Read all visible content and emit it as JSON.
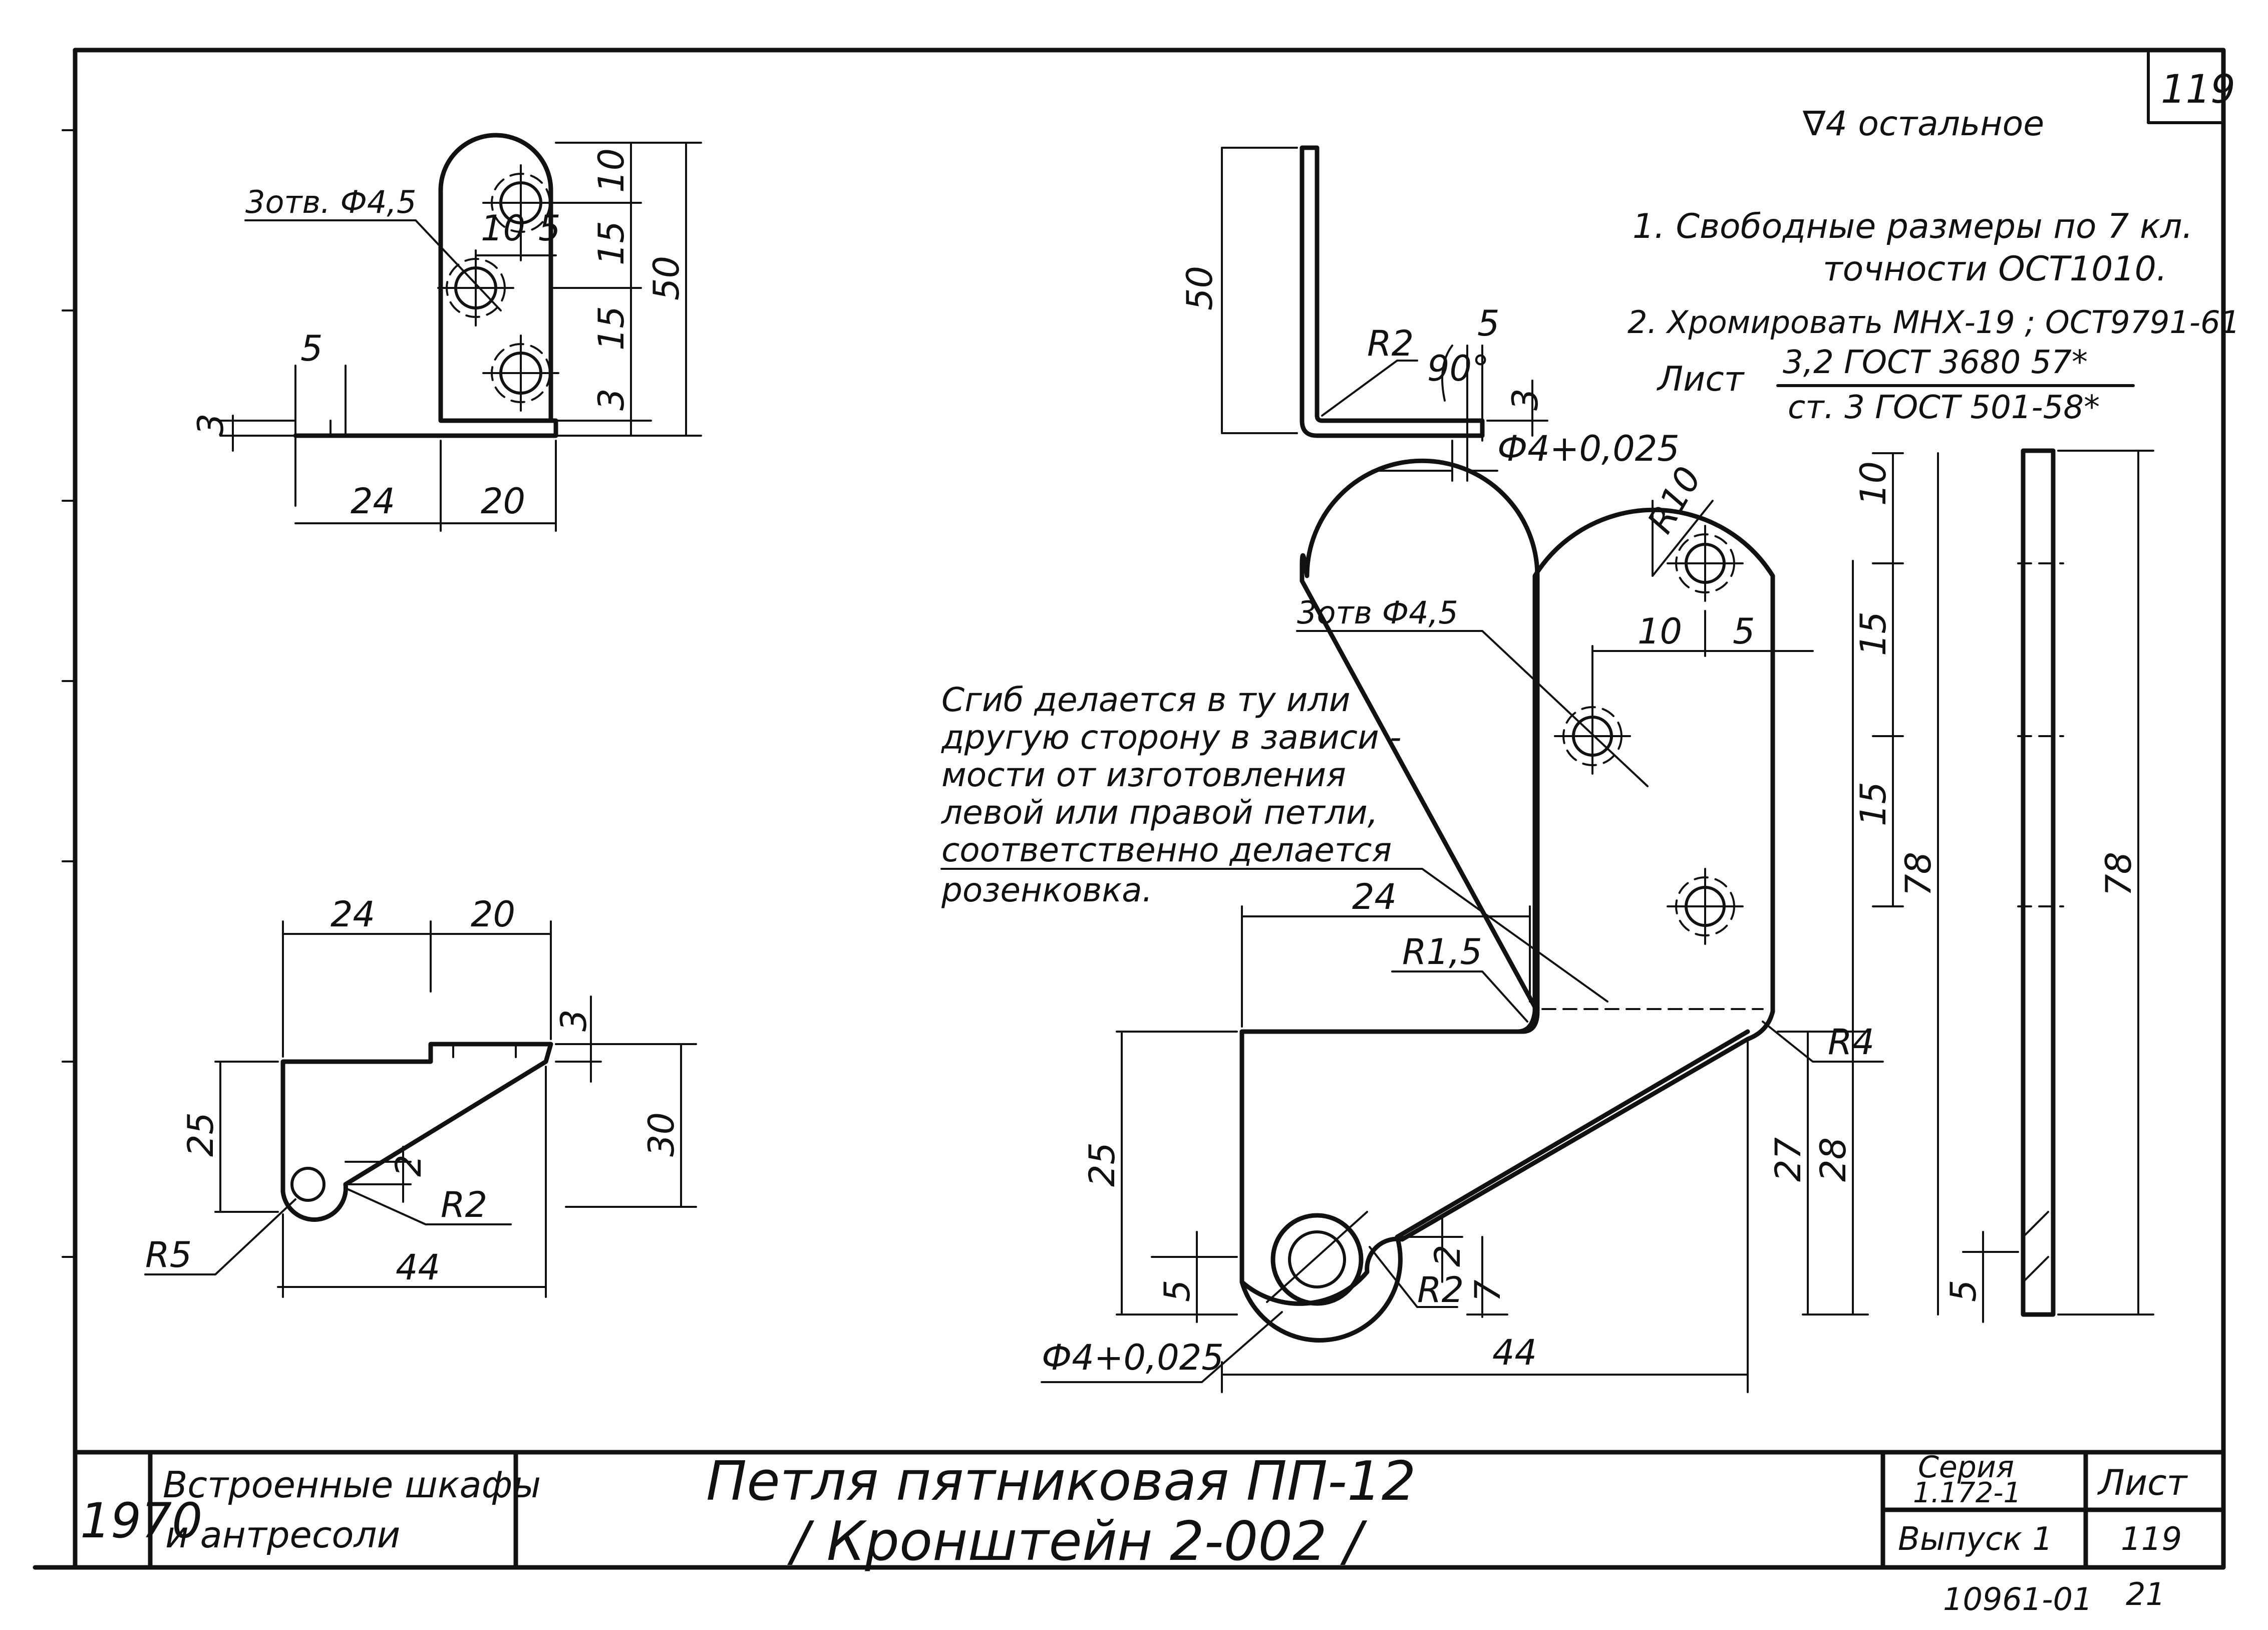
{
  "sheet": {
    "page_number_top": "119",
    "surface_note": "∇4 остальное",
    "notes": [
      "1. Свободные размеры по 7 кл.",
      "точности ОСТ1010.",
      "2. Хромировать МНХ-19 ; ОСТ9791-61"
    ],
    "material": {
      "label": "Лист",
      "numerator": "3,2 ГОСТ 3680 57*",
      "denominator": "ст. 3 ГОСТ 501-58*"
    },
    "bend_note": [
      "Сгиб делается в ту или",
      "другую сторону в зависи -",
      "мости от изготовления",
      "левой или правой петли,",
      "соответственно делается",
      "розенковка."
    ]
  },
  "view_topleft": {
    "holes_label": "3отв. Ф4,5",
    "dims": [
      "10",
      "15",
      "15",
      "3",
      "50",
      "10",
      "5",
      "5",
      "3",
      "24",
      "20"
    ]
  },
  "view_topmid": {
    "dims": [
      "50",
      "R2",
      "90°",
      "5",
      "3",
      "Ф4+0,025"
    ]
  },
  "view_bottomleft": {
    "dims": [
      "24",
      "20",
      "3",
      "25",
      "30",
      "2",
      "R2",
      "R5",
      "44"
    ]
  },
  "view_main": {
    "holes_label": "3отв Ф4,5",
    "dims": [
      "R10",
      "10",
      "5",
      "24",
      "R1,5",
      "R4",
      "25",
      "27",
      "28",
      "5",
      "2",
      "R2",
      "7",
      "Ф4+0,025",
      "44",
      "10",
      "15",
      "15",
      "78"
    ]
  },
  "view_side": {
    "dims": [
      "78",
      "5"
    ]
  },
  "title_block": {
    "year": "1970",
    "project_line1": "Встроенные шкафы",
    "project_line2": "и антресоли",
    "title_line1": "Петля пятниковая ПП-12",
    "title_line2": "/ Кронштейн 2-002 /",
    "series_label": "Серия",
    "series_value": "1.172-1",
    "sheet_label": "Лист",
    "issue_label": "Выпуск 1",
    "sheet_value": "119"
  },
  "footer": {
    "code": "10961-01",
    "number": "21"
  }
}
